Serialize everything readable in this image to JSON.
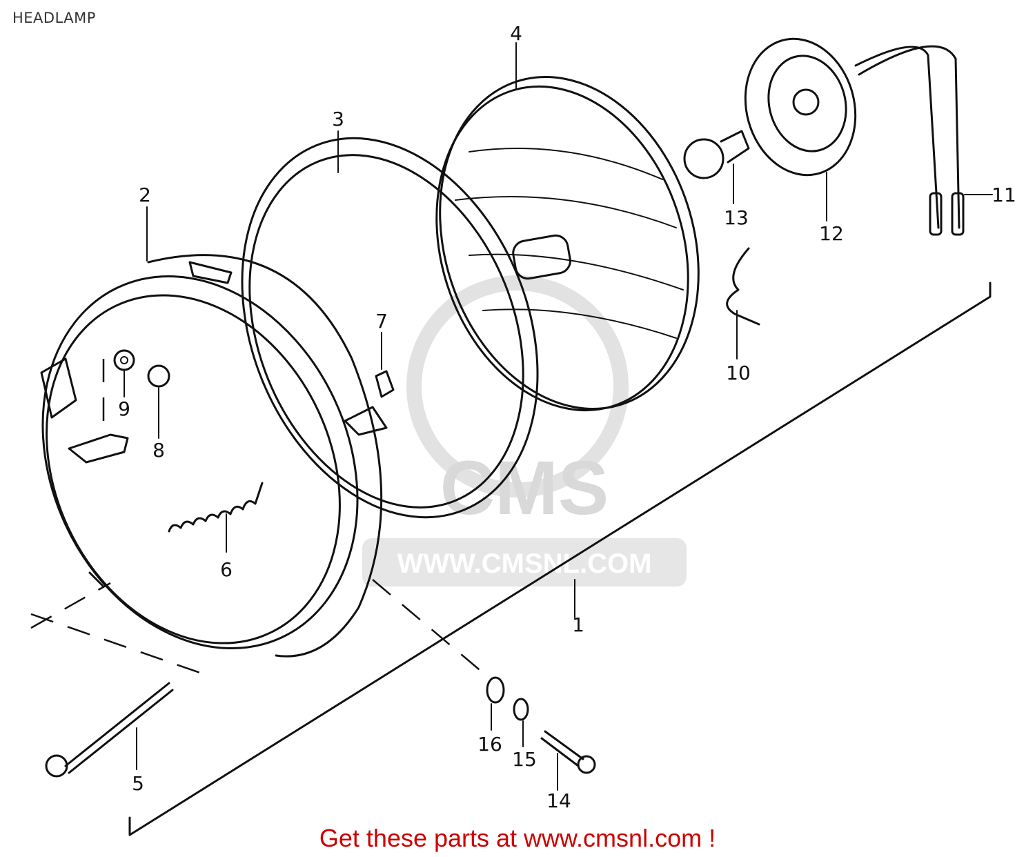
{
  "title": "HEADLAMP",
  "footer": {
    "text": "Get these parts at www.cmsnl.com !",
    "color": "#cc0000"
  },
  "watermark": {
    "logo": "CMS",
    "url": "WWW.CMSNL.COM"
  },
  "callouts": [
    "1",
    "2",
    "3",
    "4",
    "5",
    "6",
    "7",
    "8",
    "9",
    "10",
    "11",
    "12",
    "13",
    "14",
    "15",
    "16"
  ],
  "colors": {
    "ink": "#111111",
    "watermark": "#d9d9d9"
  }
}
